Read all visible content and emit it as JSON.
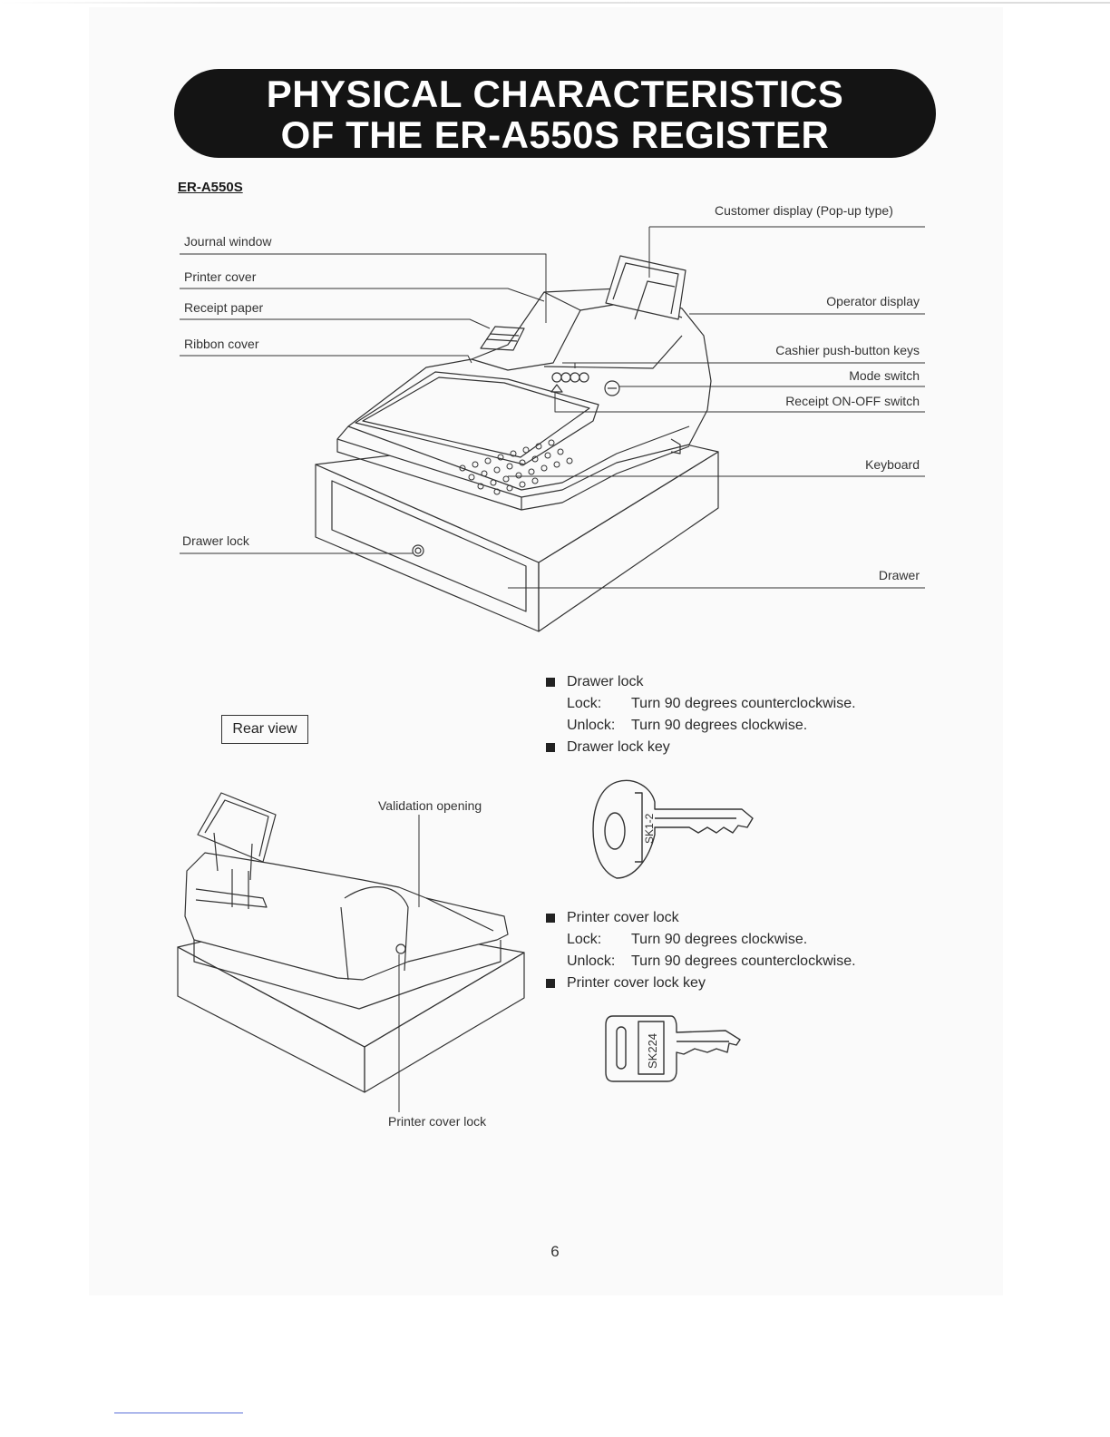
{
  "banner": {
    "line1": "PHYSICAL CHARACTERISTICS",
    "line2": "OF THE ER-A550S REGISTER"
  },
  "model": "ER-A550S",
  "front_labels": {
    "customer_display": "Customer display (Pop-up type)",
    "journal_window": "Journal window",
    "printer_cover": "Printer cover",
    "receipt_paper": "Receipt paper",
    "ribbon_cover": "Ribbon cover",
    "operator_display": "Operator display",
    "cashier_keys": "Cashier push-button keys",
    "mode_switch": "Mode switch",
    "receipt_switch": "Receipt ON-OFF switch",
    "keyboard": "Keyboard",
    "drawer_lock": "Drawer lock",
    "drawer": "Drawer"
  },
  "rear_view": {
    "title": "Rear view",
    "validation_opening": "Validation opening",
    "printer_cover_lock": "Printer cover lock"
  },
  "drawer_lock_info": {
    "heading": "Drawer lock",
    "lock_label": "Lock:",
    "lock_text": "Turn 90 degrees counterclockwise.",
    "unlock_label": "Unlock:",
    "unlock_text": "Turn 90 degrees clockwise.",
    "key_heading": "Drawer lock key",
    "key_code": "SK1-2"
  },
  "printer_lock_info": {
    "heading": "Printer cover lock",
    "lock_label": "Lock:",
    "lock_text": "Turn 90 degrees clockwise.",
    "unlock_label": "Unlock:",
    "unlock_text": "Turn 90 degrees counterclockwise.",
    "key_heading": "Printer cover lock key",
    "key_code": "SK224"
  },
  "page_number": "6"
}
